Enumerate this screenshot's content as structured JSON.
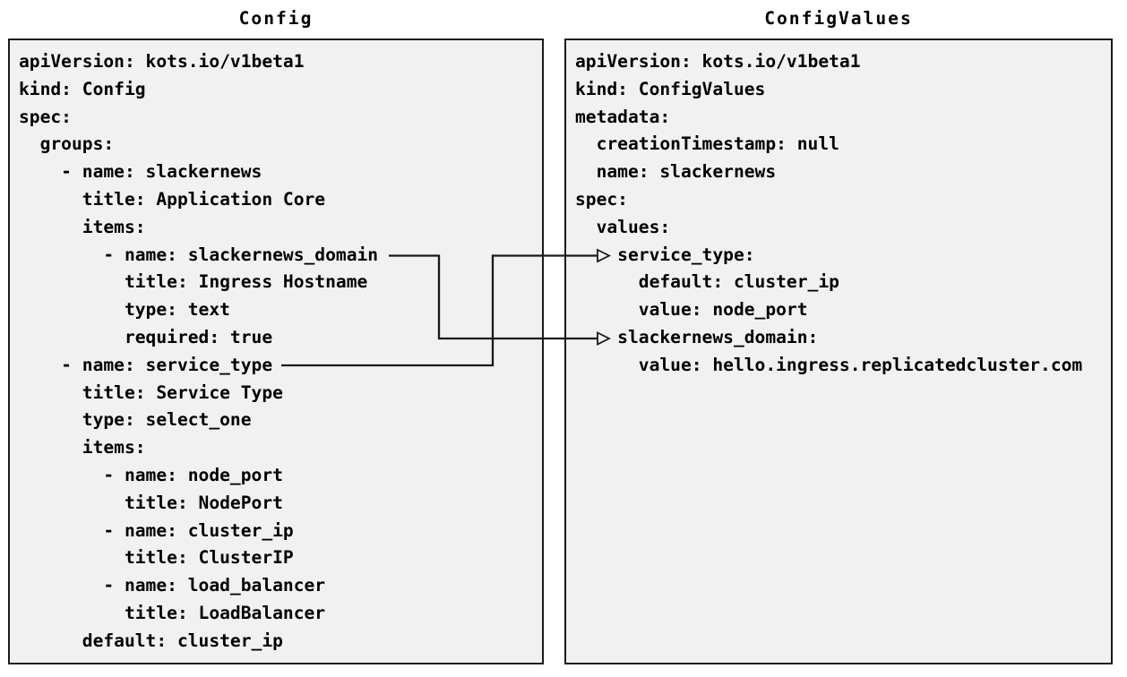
{
  "diagram": {
    "left_panel": {
      "title": "Config",
      "lines": [
        "apiVersion: kots.io/v1beta1",
        "kind: Config",
        "spec:",
        "  groups:",
        "    - name: slackernews",
        "      title: Application Core",
        "      items:",
        "        - name: slackernews_domain",
        "          title: Ingress Hostname",
        "          type: text",
        "          required: true",
        "    - name: service_type",
        "      title: Service Type",
        "      type: select_one",
        "      items:",
        "        - name: node_port",
        "          title: NodePort",
        "        - name: cluster_ip",
        "          title: ClusterIP",
        "        - name: load_balancer",
        "          title: LoadBalancer",
        "      default: cluster_ip"
      ]
    },
    "right_panel": {
      "title": "ConfigValues",
      "lines": [
        "apiVersion: kots.io/v1beta1",
        "kind: ConfigValues",
        "metadata:",
        "  creationTimestamp: null",
        "  name: slackernews",
        "spec:",
        "  values:",
        "    service_type:",
        "      default: cluster_ip",
        "      value: node_port",
        "    slackernews_domain:",
        "      value: hello.ingress.replicatedcluster.com"
      ]
    },
    "connections": [
      {
        "from": "slackernews_domain",
        "to": "slackernews_domain"
      },
      {
        "from": "service_type",
        "to": "service_type"
      }
    ]
  },
  "colors": {
    "panel_background": "#f1f1f1",
    "border": "#1a1a1a",
    "text": "#000000",
    "connector": "#1a1a1a"
  }
}
